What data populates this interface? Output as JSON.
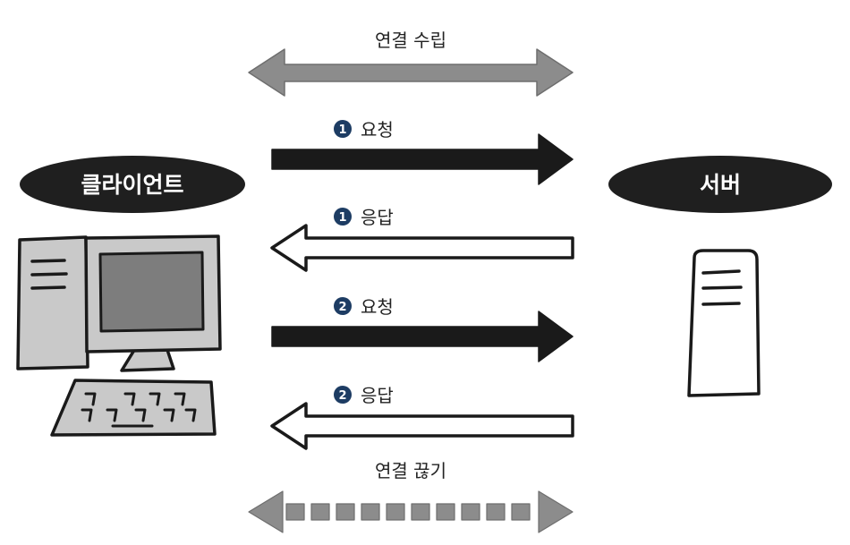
{
  "client": {
    "label": "클라이언트"
  },
  "server": {
    "label": "서버"
  },
  "connection": {
    "establish_label": "연결 수립",
    "close_label": "연결 끊기"
  },
  "messages": [
    {
      "number": "1",
      "label": "요청"
    },
    {
      "number": "1",
      "label": "응답"
    },
    {
      "number": "2",
      "label": "요청"
    },
    {
      "number": "2",
      "label": "응답"
    }
  ],
  "colors": {
    "pill": "#1f1f1f",
    "arrow_dark": "#1a1a1a",
    "arrow_gray": "#8c8c8c",
    "number_badge": "#1d3c63",
    "computer_fill": "#c9c9c9",
    "screen_fill": "#7d7d7d"
  },
  "icons": {
    "client": "desktop-computer-icon",
    "server": "server-tower-icon"
  }
}
